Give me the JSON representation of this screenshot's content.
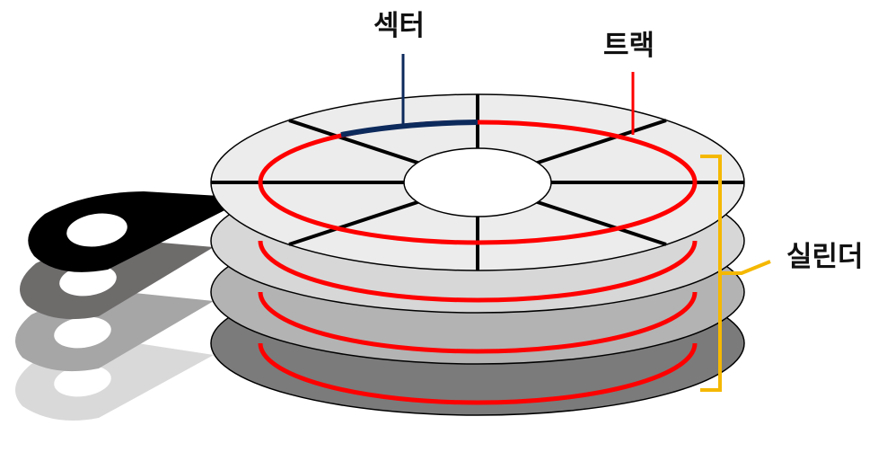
{
  "labels": {
    "sector": "섹터",
    "track": "트랙",
    "cylinder": "실린더"
  },
  "colors": {
    "track": "#ff0000",
    "sector_highlight": "#0d2a5c",
    "cylinder_bracket": "#f5b800",
    "platter_top": "#ececec",
    "platter_2": "#d7d7d7",
    "platter_3": "#b3b3b3",
    "platter_4": "#7b7b7b",
    "head_1": "#000000",
    "head_2": "#6e6b6b",
    "head_3": "#a6a6a6",
    "head_4": "#d9d9d9",
    "outline": "#000000"
  },
  "platter_count": 4,
  "sector_count": 8
}
